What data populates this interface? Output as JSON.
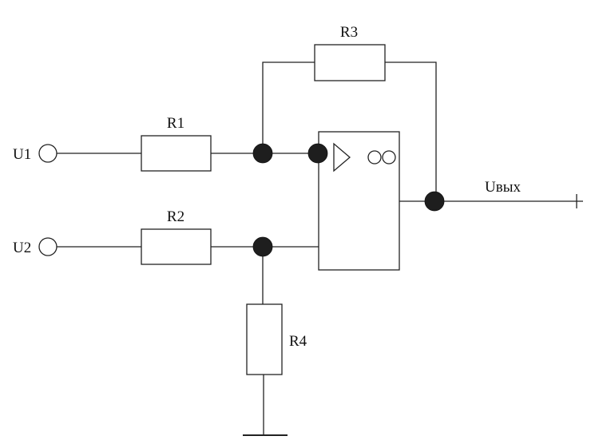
{
  "labels": {
    "r1": "R1",
    "r2": "R2",
    "r3": "R3",
    "r4": "R4",
    "u1": "U1",
    "u2": "U2",
    "uout": "Uвых"
  },
  "colors": {
    "line": "#222222",
    "node": "#1e1e1e",
    "background": "#ffffff"
  },
  "icons": {
    "amplifier": "triangle-icon",
    "infinity": "double-circle-icon",
    "terminal": "open-circle-icon",
    "ground": "ground-icon"
  }
}
